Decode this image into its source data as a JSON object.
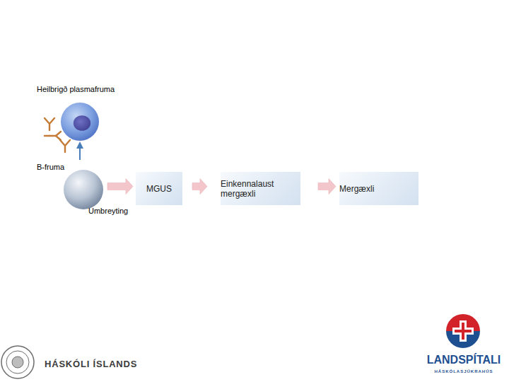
{
  "diagram": {
    "nodes": [
      {
        "text": [
          "Heilbrigð plasmafruma"
        ]
      },
      {
        "text": [
          "B-fruma"
        ]
      },
      {
        "text": [
          "MGUS"
        ]
      },
      {
        "text": [
          "Einkennalaust mergæxli"
        ]
      },
      {
        "text": [
          "Mergæxli"
        ]
      }
    ],
    "edges": [
      {
        "from": 1,
        "to": 0,
        "arrow": "to"
      },
      {
        "from": 1,
        "to": 2,
        "arrow": "to"
      },
      {
        "from": 2,
        "to": 3,
        "arrow": "to"
      },
      {
        "from": 3,
        "to": 4,
        "arrow": "to"
      }
    ],
    "labels": [
      "Umbreyting",
      "HÁSKÓLI ÍSLANDS",
      "LANDSPÍTALI",
      "HÁSKÓLASJÚKRAHÚS"
    ]
  }
}
